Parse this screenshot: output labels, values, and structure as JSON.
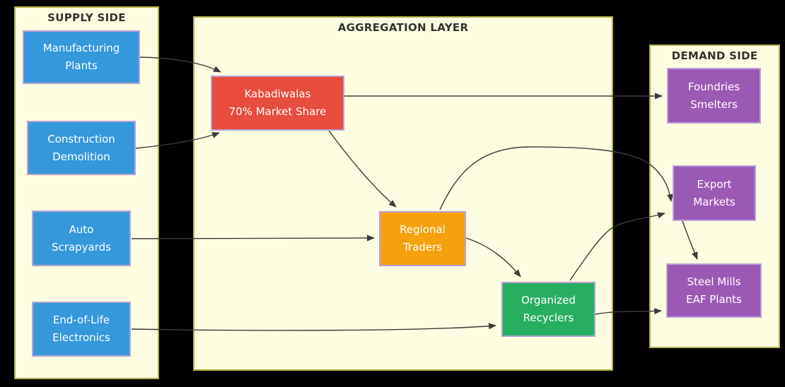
{
  "panels": {
    "supply": {
      "title": "SUPPLY SIDE"
    },
    "aggregation": {
      "title": "AGGREGATION LAYER"
    },
    "demand": {
      "title": "DEMAND SIDE"
    }
  },
  "nodes": {
    "manufacturing": {
      "line1": "Manufacturing",
      "line2": "Plants",
      "color": "#3498db"
    },
    "construction": {
      "line1": "Construction",
      "line2": "Demolition",
      "color": "#3498db"
    },
    "auto": {
      "line1": "Auto",
      "line2": "Scrapyards",
      "color": "#3498db"
    },
    "eol": {
      "line1": "End-of-Life",
      "line2": "Electronics",
      "color": "#3498db"
    },
    "kabadiwalas": {
      "line1": "Kabadiwalas",
      "line2": "70% Market Share",
      "color": "#e74c3c"
    },
    "regional": {
      "line1": "Regional",
      "line2": "Traders",
      "color": "#f5a10d"
    },
    "organized": {
      "line1": "Organized",
      "line2": "Recyclers",
      "color": "#27ae60"
    },
    "foundries": {
      "line1": "Foundries",
      "line2": "Smelters",
      "color": "#9b59b6"
    },
    "export": {
      "line1": "Export",
      "line2": "Markets",
      "color": "#9b59b6"
    },
    "steel": {
      "line1": "Steel Mills",
      "line2": "EAF Plants",
      "color": "#9b59b6"
    }
  },
  "edges": [
    {
      "from": "Manufacturing Plants",
      "to": "Kabadiwalas"
    },
    {
      "from": "Construction Demolition",
      "to": "Kabadiwalas"
    },
    {
      "from": "Kabadiwalas",
      "to": "Foundries Smelters"
    },
    {
      "from": "Kabadiwalas",
      "to": "Regional Traders"
    },
    {
      "from": "Auto Scrapyards",
      "to": "Regional Traders"
    },
    {
      "from": "Regional Traders",
      "to": "Organized Recyclers"
    },
    {
      "from": "End-of-Life Electronics",
      "to": "Organized Recyclers"
    },
    {
      "from": "Regional Traders",
      "to": "Export Markets"
    },
    {
      "from": "Organized Recyclers",
      "to": "Export Markets"
    },
    {
      "from": "Export Markets",
      "to": "Steel Mills EAF Plants"
    },
    {
      "from": "Organized Recyclers",
      "to": "Steel Mills EAF Plants"
    }
  ],
  "colors": {
    "canvas_background": "#000000",
    "panel_fill": "#fdfde1",
    "panel_border": "#b3b04a",
    "node_border": "#b7a3d6",
    "title_text": "#333333",
    "node_text": "#ffffff",
    "arrow": "#3c3c3c",
    "supply_node": "#3498db",
    "kabadiwala_node": "#e74c3c",
    "regional_node": "#f5a10d",
    "organized_node": "#27ae60",
    "demand_node": "#9b59b6"
  }
}
